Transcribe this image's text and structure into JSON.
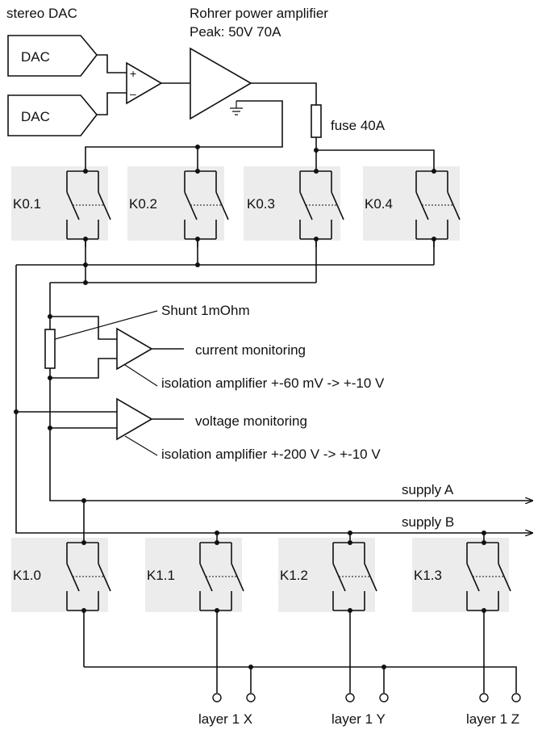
{
  "labels": {
    "stereo_dac": "stereo DAC",
    "amp_title": "Rohrer power amplifier",
    "amp_peak": "Peak: 50V 70A",
    "dac": "DAC",
    "fuse": "fuse 40A",
    "shunt": "Shunt 1mOhm",
    "current_monitoring": "current monitoring",
    "voltage_monitoring": "voltage monitoring",
    "iso_amp_current": "isolation amplifier +-60 mV -> +-10 V",
    "iso_amp_voltage": "isolation amplifier +-200 V -> +-10 V",
    "supply_a": "supply A",
    "supply_b": "supply B",
    "plus": "+",
    "minus": "–"
  },
  "relays_k0": [
    "K0.1",
    "K0.2",
    "K0.3",
    "K0.4"
  ],
  "relays_k1": [
    "K1.0",
    "K1.1",
    "K1.2",
    "K1.3"
  ],
  "layers": [
    "layer 1 X",
    "layer 1 Y",
    "layer 1 Z"
  ]
}
